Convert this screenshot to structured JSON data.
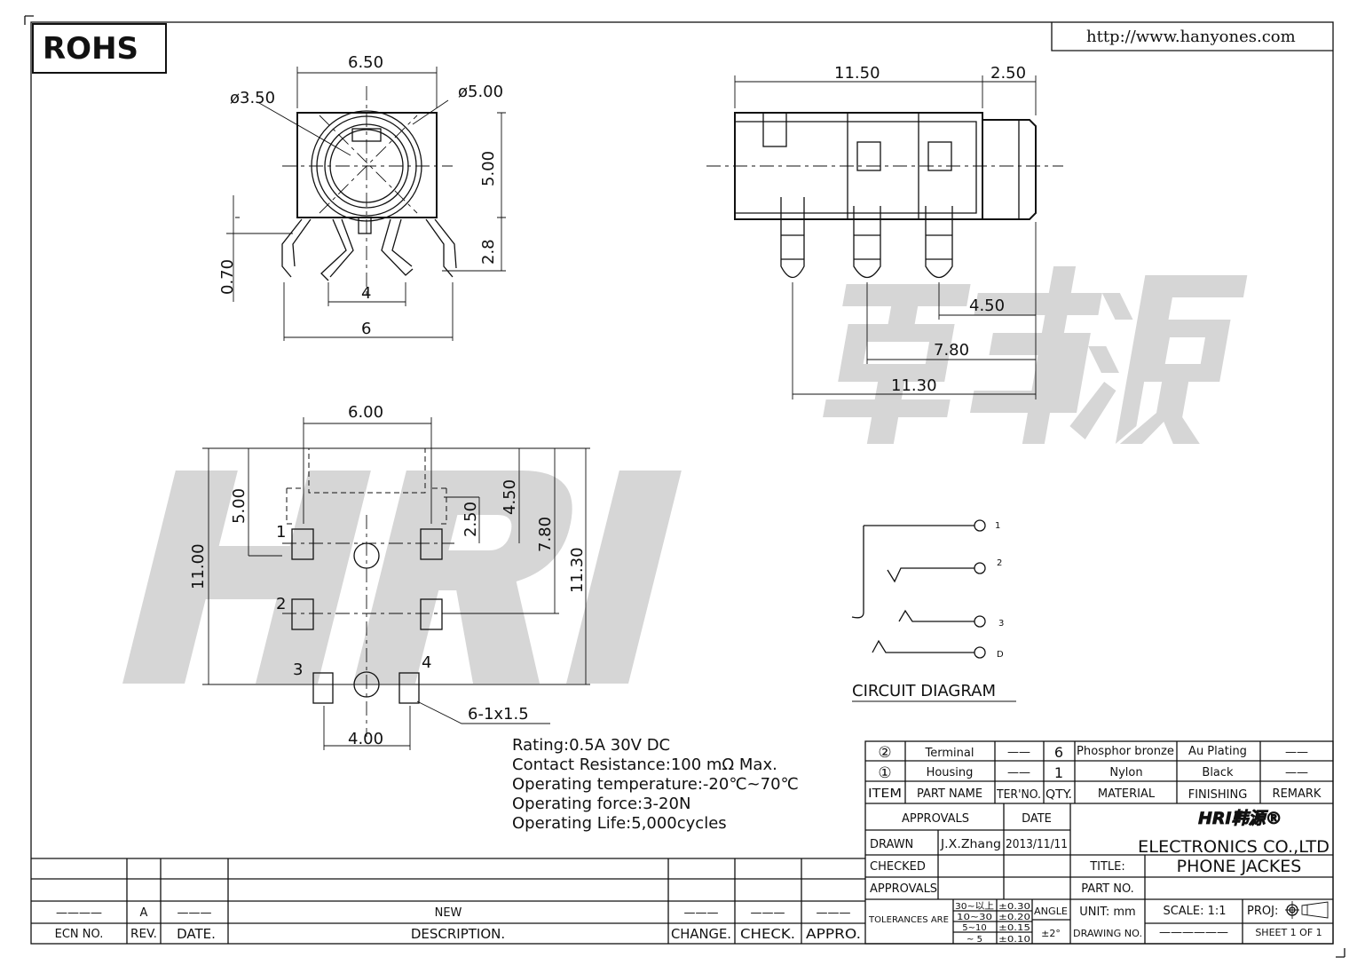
{
  "header": {
    "rohs": "ROHS",
    "url": "http://www.hanyones.com"
  },
  "watermark": {
    "latin": "HRI",
    "cjk": "韩源"
  },
  "front_view": {
    "d_top": "6.50",
    "d_small": "ø3.50",
    "d_large": "ø5.00",
    "d_height": "5.00",
    "d_pin_height": "2.8",
    "d_offset": "0.70",
    "d_inner": "4",
    "d_outer": "6"
  },
  "side_view": {
    "d_length": "11.50",
    "d_tip": "2.50",
    "d_p1": "4.50",
    "d_p2": "7.80",
    "d_p3": "11.30"
  },
  "footprint": {
    "d_width": "6.00",
    "d_h11": "11.00",
    "d_h5": "5.00",
    "d_h25": "2.50",
    "d_h45": "4.50",
    "d_h78": "7.80",
    "d_h113": "11.30",
    "pin1": "1",
    "pin2": "2",
    "pin3": "3",
    "pin4": "4",
    "d_pad": "6-1x1.5",
    "d_bottom": "4.00"
  },
  "circuit": {
    "title": "CIRCUIT DIAGRAM",
    "labels": [
      "1",
      "2",
      "3",
      "D"
    ]
  },
  "specs": [
    "Rating:0.5A 30V DC",
    "Contact Resistance:100 mΩ Max.",
    "Operating temperature:-20℃~70℃",
    "Operating force:3-20N",
    "Operating Life:5,000cycles"
  ],
  "bom": {
    "rows": [
      {
        "item": "②",
        "part": "Terminal",
        "ter": "——",
        "qty": "6",
        "material": "Phosphor bronze",
        "finishing": "Au Plating",
        "remark": "——"
      },
      {
        "item": "①",
        "part": "Housing",
        "ter": "——",
        "qty": "1",
        "material": "Nylon",
        "finishing": "Black",
        "remark": "——"
      }
    ],
    "headers": {
      "item": "ITEM",
      "part": "PART NAME",
      "ter": "TER'NO.",
      "qty": "QTY.",
      "material": "MATERIAL",
      "finishing": "FINISHING",
      "remark": "REMARK"
    }
  },
  "title_block": {
    "approvals": "APPROVALS",
    "date": "DATE",
    "drawn": "DRAWN",
    "drawn_by": "J.X.Zhang",
    "drawn_date": "2013/11/11",
    "checked": "CHECKED",
    "approvals2": "APPROVALS",
    "logo": "HRI韩源®",
    "company": "ELECTRONICS CO.,LTD",
    "title_label": "TITLE:",
    "title": "PHONE JACKES",
    "part_no_label": "PART NO.",
    "tolerances_label": "TOLERANCES ARE",
    "tolerances": [
      {
        "range": "30~以上",
        "tol": "±0.30"
      },
      {
        "range": "10~30",
        "tol": "±0.20"
      },
      {
        "range": "5~10",
        "tol": "±0.15"
      },
      {
        "range": "~ 5",
        "tol": "±0.10"
      }
    ],
    "angle_label": "ANGLE",
    "angle": "±2°",
    "unit": "UNIT: mm",
    "scale": "SCALE:   1:1",
    "proj": "PROJ:",
    "drawing_no_label": "DRAWING NO.",
    "drawing_no": "——————",
    "sheet": "SHEET   1 OF 1"
  },
  "revision": {
    "ecn": "————",
    "rev": "A",
    "date": "———",
    "description": "NEW",
    "change": "———",
    "check": "———",
    "appro": "———",
    "headers": {
      "ecn": "ECN NO.",
      "rev": "REV.",
      "date": "DATE.",
      "description": "DESCRIPTION.",
      "change": "CHANGE.",
      "check": "CHECK.",
      "appro": "APPRO."
    }
  }
}
